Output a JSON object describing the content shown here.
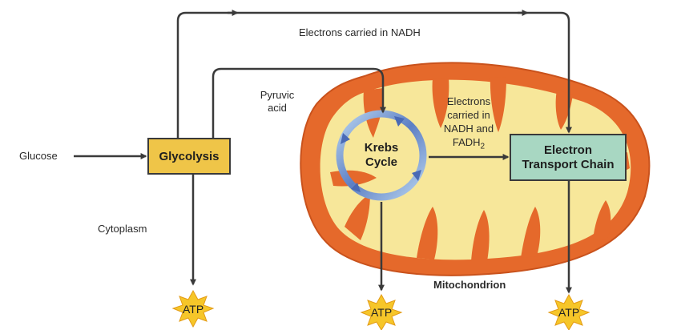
{
  "labels": {
    "electrons_nadh_top": "Electrons carried in NADH",
    "pyruvic": "Pyruvic",
    "acid": "acid",
    "glucose": "Glucose",
    "cytoplasm": "Cytoplasm",
    "electrons_mid_1": "Electrons",
    "electrons_mid_2": "carried in",
    "electrons_mid_3": "NADH and",
    "electrons_mid_4": "FADH",
    "electrons_mid_4_sub": "2",
    "mitochondrion": "Mitochondrion"
  },
  "boxes": {
    "glycolysis": "Glycolysis",
    "etc_line1": "Electron",
    "etc_line2": "Transport Chain"
  },
  "krebs": {
    "line1": "Krebs",
    "line2": "Cycle"
  },
  "atp": [
    "ATP",
    "ATP",
    "ATP"
  ],
  "colors": {
    "outer_membrane": "#e5692b",
    "matrix": "#f7e79a",
    "glycolysis_box": "#efc548",
    "etc_box": "#a8d7c2",
    "atp_star": "#f6c629",
    "krebs_ring": "#4a6ab5",
    "arrow": "#3a3a3a"
  }
}
